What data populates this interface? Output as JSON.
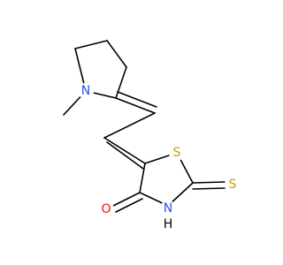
{
  "molecule": {
    "atoms": {
      "n1": {
        "symbol": "N"
      },
      "s_ring": {
        "symbol": "S"
      },
      "s_thione": {
        "symbol": "S"
      },
      "o1": {
        "symbol": "O"
      },
      "nh": {
        "symbol": "N"
      },
      "h_on_n": {
        "symbol": "H"
      }
    },
    "colors": {
      "bond": "#000000",
      "nitrogen": "#3050F8",
      "sulfur": "#C8A000",
      "oxygen": "#FF0D0D",
      "hydrogen": "#000000"
    }
  }
}
